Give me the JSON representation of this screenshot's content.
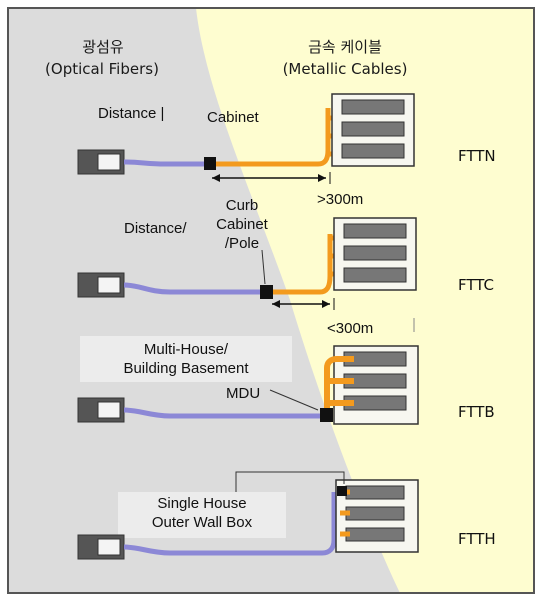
{
  "header": {
    "fiber_korean": "광섬유",
    "fiber_english": "(Optical Fibers)",
    "metal_korean": "금속 케이블",
    "metal_english": "(Metallic Cables)"
  },
  "rows": [
    {
      "name": "FTTN"
    },
    {
      "name": "FTTC"
    },
    {
      "name": "FTTB"
    },
    {
      "name": "FTTH"
    }
  ],
  "fttn": {
    "distance": "Distance |",
    "cabinet": "Cabinet",
    "distance_value": ">300m"
  },
  "fttc": {
    "curb_line1": "Curb",
    "curb_line2": "Cabinet",
    "curb_line3": "/Pole",
    "distance": "Distance/",
    "distance_value": "<300m"
  },
  "fttb": {
    "location_line1": "Multi-House/",
    "location_line2": "Building Basement",
    "mdu": "MDU"
  },
  "ftth": {
    "location_line1": "Single House",
    "location_line2": "Outer Wall Box"
  },
  "colors": {
    "fiber_zone": "#dcdcdc",
    "copper_zone": "#fefdd0",
    "fiber": "#8c88d6",
    "copper": "#f39a1e",
    "node": "#111111",
    "border": "#555555"
  }
}
